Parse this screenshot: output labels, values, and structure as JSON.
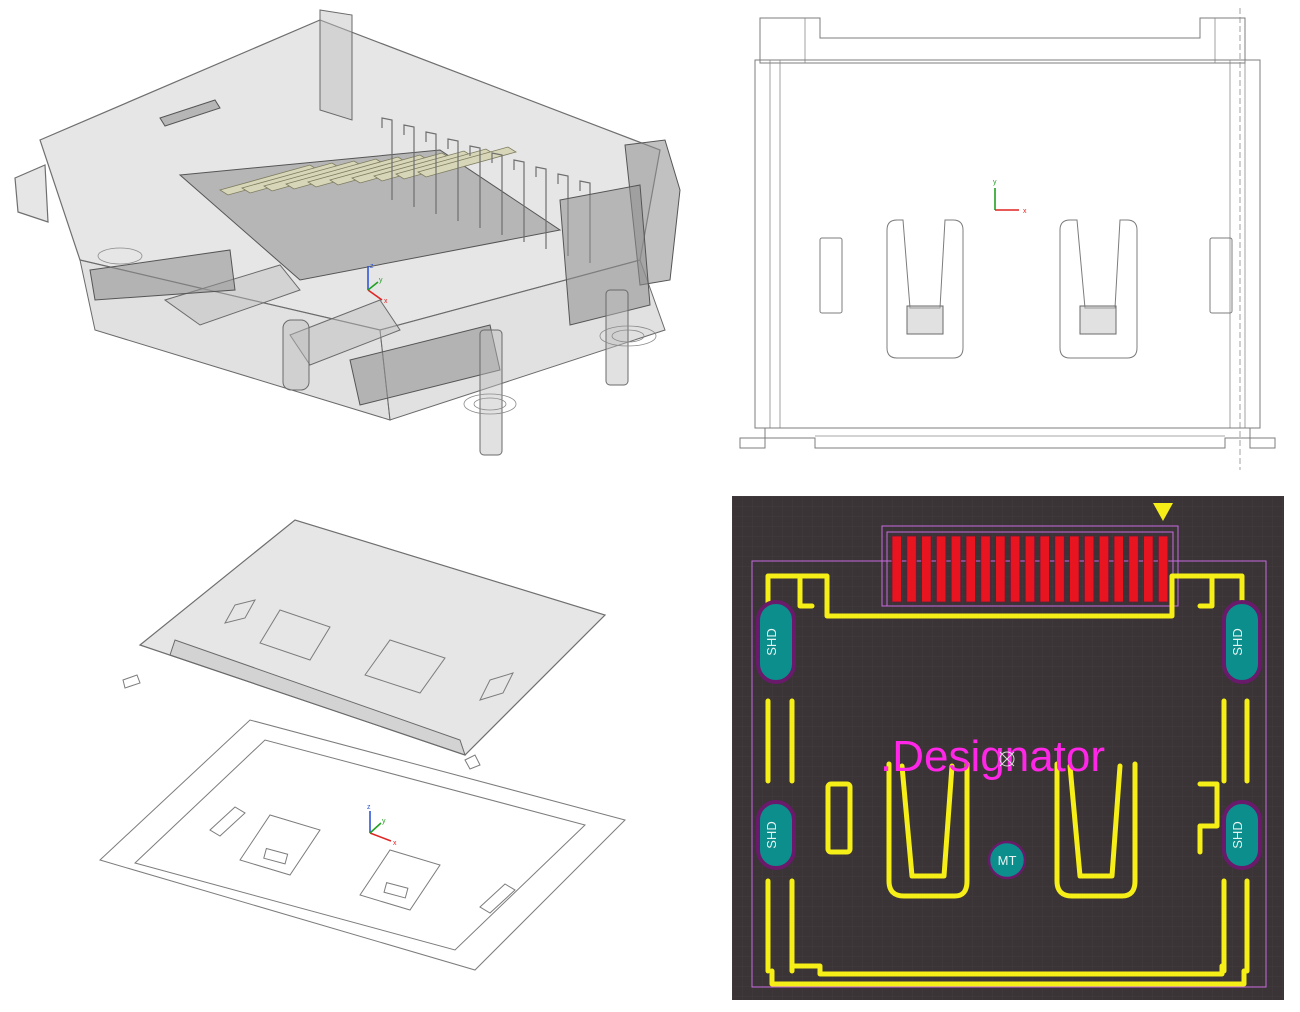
{
  "colors": {
    "pcb_background": "#3a3436",
    "silk": "#f5ee17",
    "pad_red": "#e8141f",
    "pad_teal": "#0b8e8c",
    "designator": "#ff26e8",
    "courtyard": "#c86ae0",
    "pin1_marker": "#f5ee17"
  },
  "icons": {
    "triad": "xyz-axis-triad-icon",
    "pin1": "triangle-down-icon",
    "origin": "crosshair-origin-icon"
  },
  "views": {
    "iso_3d": {
      "triad": {
        "x": "x",
        "y": "y",
        "z": "z"
      }
    },
    "front": {
      "triad": {
        "x": "x",
        "y": "y"
      }
    },
    "exploded": {
      "triad": {
        "x": "x",
        "y": "y",
        "z": "z"
      }
    },
    "pcb": {
      "designator": ".Designator",
      "pads": {
        "shield_labels": [
          "SHD",
          "SHD",
          "SHD",
          "SHD"
        ],
        "mount_label": "MT",
        "signal_count": 19
      }
    }
  }
}
